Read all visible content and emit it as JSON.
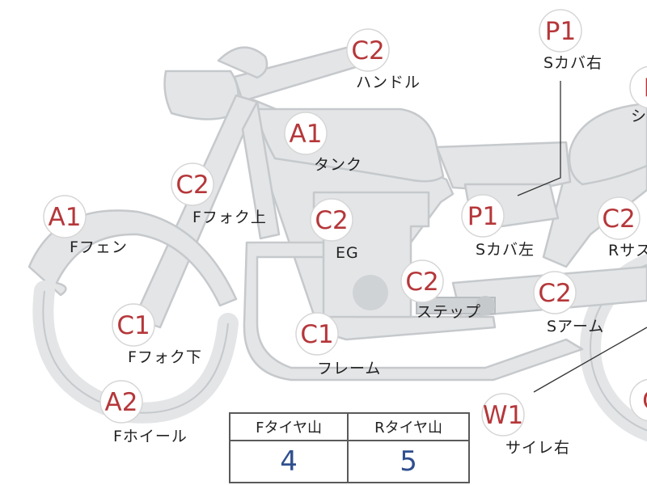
{
  "callouts": [
    {
      "id": "handle",
      "grade": "C2",
      "label": "ハンドル"
    },
    {
      "id": "s-cover-r",
      "grade": "P1",
      "label": "Sカバ右"
    },
    {
      "id": "seat",
      "grade": "P",
      "label": "シ"
    },
    {
      "id": "tank",
      "grade": "A1",
      "label": "タンク"
    },
    {
      "id": "f-fork-upper",
      "grade": "C2",
      "label": "Fフォク上"
    },
    {
      "id": "f-fender",
      "grade": "A1",
      "label": "Fフェン"
    },
    {
      "id": "engine",
      "grade": "C2",
      "label": "EG"
    },
    {
      "id": "s-cover-l",
      "grade": "P1",
      "label": "Sカバ左"
    },
    {
      "id": "r-susp",
      "grade": "C2",
      "label": "Rサス"
    },
    {
      "id": "step",
      "grade": "C2",
      "label": "ステップ"
    },
    {
      "id": "f-fork-lower",
      "grade": "C1",
      "label": "Fフォク下"
    },
    {
      "id": "frame",
      "grade": "C1",
      "label": "フレーム"
    },
    {
      "id": "s-arm",
      "grade": "C2",
      "label": "Sアーム"
    },
    {
      "id": "f-wheel",
      "grade": "A2",
      "label": "Fホイール"
    },
    {
      "id": "muffler-r",
      "grade": "W1",
      "label": "サイレ右"
    },
    {
      "id": "r-wheel",
      "grade": "C",
      "label": ""
    }
  ],
  "tire_table": {
    "headers": [
      "Fタイヤ山",
      "Rタイヤ山"
    ],
    "values": [
      "4",
      "5"
    ]
  }
}
